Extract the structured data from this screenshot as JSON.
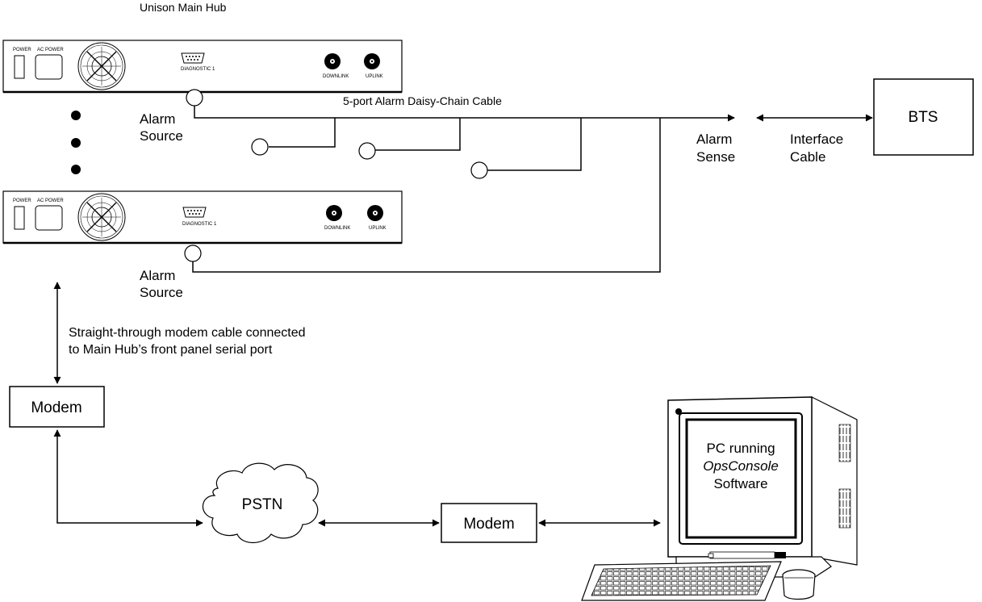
{
  "title": "Unison Main Hub",
  "hub_labels": {
    "power": "POWER",
    "ac_power": "AC POWER",
    "diagnostic": "DIAGNOSTIC 1",
    "downlink": "DOWNLINK",
    "uplink": "UPLINK"
  },
  "cable_label": "5-port Alarm Daisy-Chain Cable",
  "alarm_source_top": [
    "Alarm",
    "Source"
  ],
  "alarm_source_bottom": [
    "Alarm",
    "Source"
  ],
  "alarm_sense": [
    "Alarm",
    "Sense"
  ],
  "interface_cable": [
    "Interface",
    "Cable"
  ],
  "bts": "BTS",
  "modem_cable_note": [
    "Straight-through modem cable connected",
    "to Main Hub’s front panel serial port"
  ],
  "modem_left": "Modem",
  "pstn": "PSTN",
  "modem_center": "Modem",
  "pc_screen": [
    "PC running",
    "OpsConsole",
    "Software"
  ]
}
